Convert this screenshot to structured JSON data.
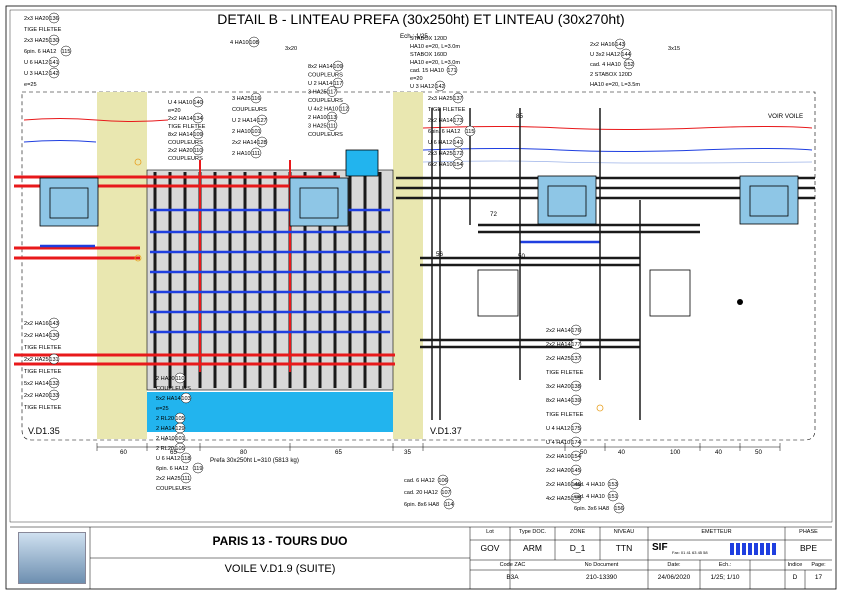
{
  "drawing": {
    "title": "DETAIL B - LINTEAU PREFA  (30x250ht) ET LINTEAU (30x270ht)",
    "scale_note": "Ech.: 1/25",
    "section_left": "V.D1.35",
    "section_right": "V.D1.37",
    "voir_voile": "VOIR VOILE",
    "prefa_note": "Prefa  30x250ht L=310  (5813 kg)"
  },
  "callouts_left": [
    {
      "text": "2x3 HA20",
      "num": "136"
    },
    {
      "text": "TIGE FILETEE",
      "num": ""
    },
    {
      "text": "2x3 HA25",
      "num": "130"
    },
    {
      "text": "6pin. 6 HA12",
      "num": "115"
    },
    {
      "text": "U 6 HA12",
      "num": "141"
    },
    {
      "text": "U 3 HA12",
      "num": "142"
    },
    {
      "text": "e=25",
      "num": ""
    }
  ],
  "callouts_mid_left": [
    {
      "text": "U 4 HA10",
      "num": "140"
    },
    {
      "text": "e=20",
      "num": ""
    },
    {
      "text": "2x2 HA14",
      "num": "134"
    },
    {
      "text": "TIGE FILETEE",
      "num": ""
    },
    {
      "text": "8x2 HA14",
      "num": "109"
    },
    {
      "text": "COUPLEURS",
      "num": ""
    },
    {
      "text": "2x2 HA20",
      "num": "110"
    },
    {
      "text": "COUPLEURS",
      "num": ""
    }
  ],
  "callouts_center_left": [
    {
      "text": "3 HA25",
      "num": "116"
    },
    {
      "text": "COUPLEURS",
      "num": ""
    },
    {
      "text": "U 2 HA14",
      "num": "127"
    },
    {
      "text": "2 HA10",
      "num": "101"
    },
    {
      "text": "2x2 HA14",
      "num": "128"
    },
    {
      "text": "2 HA10",
      "num": "111"
    }
  ],
  "callouts_center": [
    {
      "text": "8x2 HA14",
      "num": "109"
    },
    {
      "text": "COUPLEURS",
      "num": ""
    },
    {
      "text": "U 2 HA14",
      "num": "117"
    },
    {
      "text": "3 HA25",
      "num": "117"
    },
    {
      "text": "COUPLEURS",
      "num": ""
    },
    {
      "text": "U 4x2 HA10",
      "num": "112"
    },
    {
      "text": "2 HA10",
      "num": "113"
    },
    {
      "text": "3 HA25",
      "num": "111"
    },
    {
      "text": "COUPLEURS",
      "num": ""
    }
  ],
  "callouts_top_center": [
    {
      "text": "STABOX 120D",
      "num": ""
    },
    {
      "text": "HA10  e=20, L=3.0m",
      "num": ""
    },
    {
      "text": "STABOX 160D",
      "num": ""
    },
    {
      "text": "HA10  e=20, L=3.0m",
      "num": ""
    },
    {
      "text": "cad. 15 HA10",
      "num": "171"
    },
    {
      "text": "e=20",
      "num": ""
    },
    {
      "text": "U 3 HA12",
      "num": "142"
    }
  ],
  "callouts_top_right": [
    {
      "text": "2x2 HA16",
      "num": "143"
    },
    {
      "text": "U 3x2 HA12",
      "num": "144"
    },
    {
      "text": "cad. 4 HA10",
      "num": "152"
    },
    {
      "text": "2 STABOX 120D",
      "num": ""
    },
    {
      "text": "HA10  e=20, L=3.5m",
      "num": ""
    }
  ],
  "callouts_right": [
    {
      "text": "2x3 HA25",
      "num": "137"
    },
    {
      "text": "TIGE FILETEE",
      "num": ""
    },
    {
      "text": "2x2 HA14",
      "num": "173"
    },
    {
      "text": "6pin. 6 HA12",
      "num": "115"
    },
    {
      "text": "U 6 HA12",
      "num": "141"
    },
    {
      "text": "2x3 HA25",
      "num": "172"
    },
    {
      "text": "6x2 HA10",
      "num": "154"
    }
  ],
  "callouts_bottom_left": [
    {
      "text": "2x2 HA16",
      "num": "143"
    },
    {
      "text": "2x2 HA14",
      "num": "130"
    },
    {
      "text": "TIGE FILETEE",
      "num": ""
    },
    {
      "text": "2x2 HA25",
      "num": "131"
    },
    {
      "text": "TIGE FILETEE",
      "num": ""
    },
    {
      "text": "5x2 HA14",
      "num": "132"
    },
    {
      "text": "2x2 HA20",
      "num": "133"
    },
    {
      "text": "TIGE FILETEE",
      "num": ""
    }
  ],
  "callouts_bottom_mid": [
    {
      "text": "2 HA20",
      "num": "110"
    },
    {
      "text": "COUPLEURS",
      "num": ""
    },
    {
      "text": "5x2 HA14",
      "num": "103"
    },
    {
      "text": "e=25",
      "num": ""
    },
    {
      "text": "2 RL20",
      "num": "105"
    },
    {
      "text": "2 HA14",
      "num": "129"
    },
    {
      "text": "2 HA10",
      "num": "101"
    },
    {
      "text": "2 RL20",
      "num": "105"
    },
    {
      "text": "U 6 HA12",
      "num": "118"
    },
    {
      "text": "6pin. 6 HA12",
      "num": "119"
    },
    {
      "text": "2x2 HA25",
      "num": "111"
    },
    {
      "text": "COUPLEURS",
      "num": ""
    }
  ],
  "callouts_bottom_right": [
    {
      "text": "2x2 HA14",
      "num": "176"
    },
    {
      "text": "2x2 HA14",
      "num": "177"
    },
    {
      "text": "2x2 HA25",
      "num": "137"
    },
    {
      "text": "TIGE FILETEE",
      "num": ""
    },
    {
      "text": "3x2 HA20",
      "num": "138"
    },
    {
      "text": "8x2 HA14",
      "num": "139"
    },
    {
      "text": "TIGE FILETEE",
      "num": ""
    },
    {
      "text": "U 4 HA12",
      "num": "175"
    },
    {
      "text": "U 4 HA10",
      "num": "174"
    },
    {
      "text": "2x2 HA10",
      "num": "154"
    },
    {
      "text": "2x2 HA20",
      "num": "145"
    },
    {
      "text": "2x2 HA16",
      "num": "146"
    },
    {
      "text": "4x2 HA25",
      "num": "155"
    }
  ],
  "dims_bottom": [
    "60",
    "65",
    "80",
    "65",
    "35",
    "50",
    "40",
    "100",
    "40",
    "50"
  ],
  "dims_inner": [
    "72",
    "56",
    "85",
    "50"
  ],
  "schedule_left": [
    {
      "text": "cad. 6 HA12",
      "num": "106"
    },
    {
      "text": "cad. 20 HA12",
      "num": "107"
    },
    {
      "text": "6pin. 8x6 HA8",
      "num": "114"
    }
  ],
  "schedule_right": [
    {
      "text": "cad. 4 HA10",
      "num": "153"
    },
    {
      "text": "cad. 4 HA10",
      "num": "151"
    },
    {
      "text": "6pin. 3x6 HA8",
      "num": "156"
    }
  ],
  "top_marks": [
    {
      "text": "4 HA10",
      "num": "108"
    },
    {
      "text": "3x20",
      "num": ""
    },
    {
      "text": "3x15",
      "num": ""
    }
  ],
  "title_block": {
    "project": "PARIS 13 - TOURS DUO",
    "subtitle": "VOILE V.D1.9 (SUITE)",
    "headers": [
      "Lot",
      "Type DOC.",
      "ZONE",
      "NIVEAU",
      "EMETTEUR",
      "PHASE"
    ],
    "values": [
      "GOV",
      "ARM",
      "D_1",
      "TTN",
      "",
      "BPE"
    ],
    "emetteur": "SIF",
    "emetteur_detail": "Fax: 01 41 63 45 58",
    "row2_headers": [
      "Code ZAC",
      "No Document",
      "Date:",
      "Ech.:",
      "Indice",
      "Page:"
    ],
    "row2_values": [
      "B3A",
      "210-13390",
      "24/06/2020",
      "1/25; 1/10",
      "D",
      "17"
    ]
  },
  "colors": {
    "red_bar": "#e8191b",
    "blue_bar": "#1f3fe0",
    "dark_bar": "#1a1a1a",
    "precast_cyan": "#22b4ee",
    "hatch_yellow": "#e9e7b0",
    "column_blue": "#8ec6e6"
  }
}
